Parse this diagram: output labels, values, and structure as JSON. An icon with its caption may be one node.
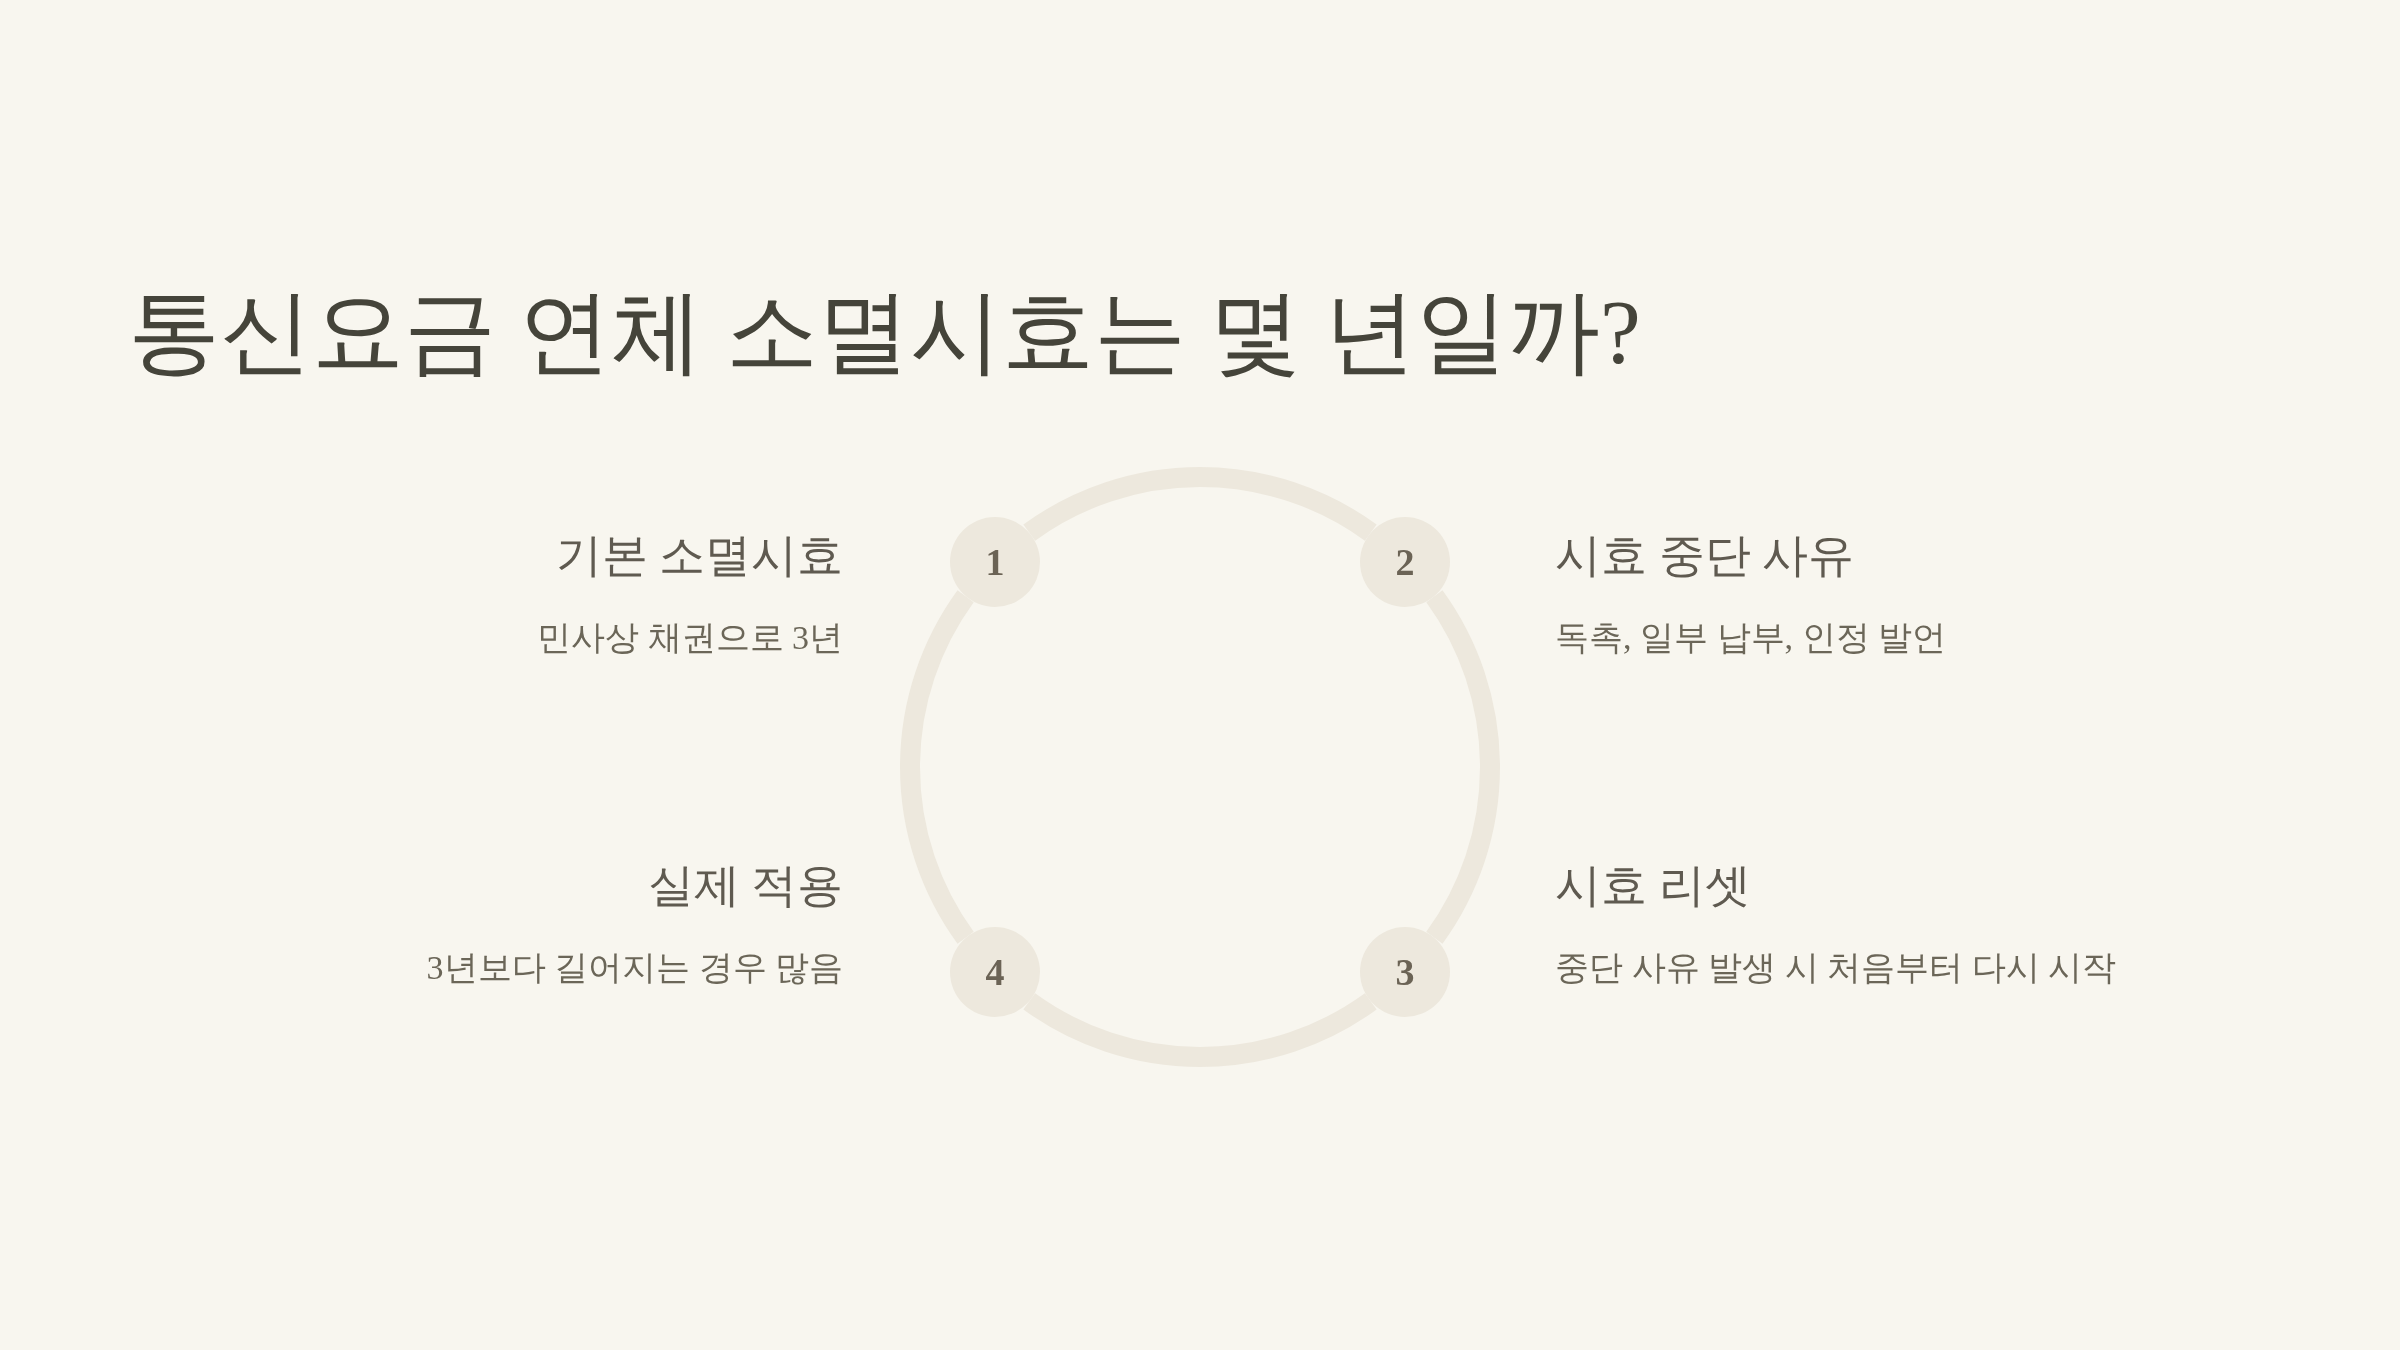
{
  "diagram": {
    "title": "통신요금 연체 소멸시효는 몇 년일까?",
    "nodes": [
      {
        "text": [
          "1"
        ],
        "beside": [
          "기본 소멸시효",
          "민사상 채권으로 3년"
        ]
      },
      {
        "text": [
          "2"
        ],
        "beside": [
          "시효 중단 사유",
          "독촉, 일부 납부, 인정 발언"
        ]
      },
      {
        "text": [
          "3"
        ],
        "beside": [
          "시효 리셋",
          "중단 사유 발생 시 처음부터 다시 시작"
        ]
      },
      {
        "text": [
          "4"
        ],
        "beside": [
          "실제 적용",
          "3년보다 길어지는 경우 많음"
        ]
      }
    ],
    "edges": [
      {
        "from": 0,
        "to": 1,
        "arrow": "none"
      },
      {
        "from": 1,
        "to": 2,
        "arrow": "none"
      },
      {
        "from": 2,
        "to": 3,
        "arrow": "none"
      },
      {
        "from": 3,
        "to": 0,
        "arrow": "none"
      }
    ]
  }
}
